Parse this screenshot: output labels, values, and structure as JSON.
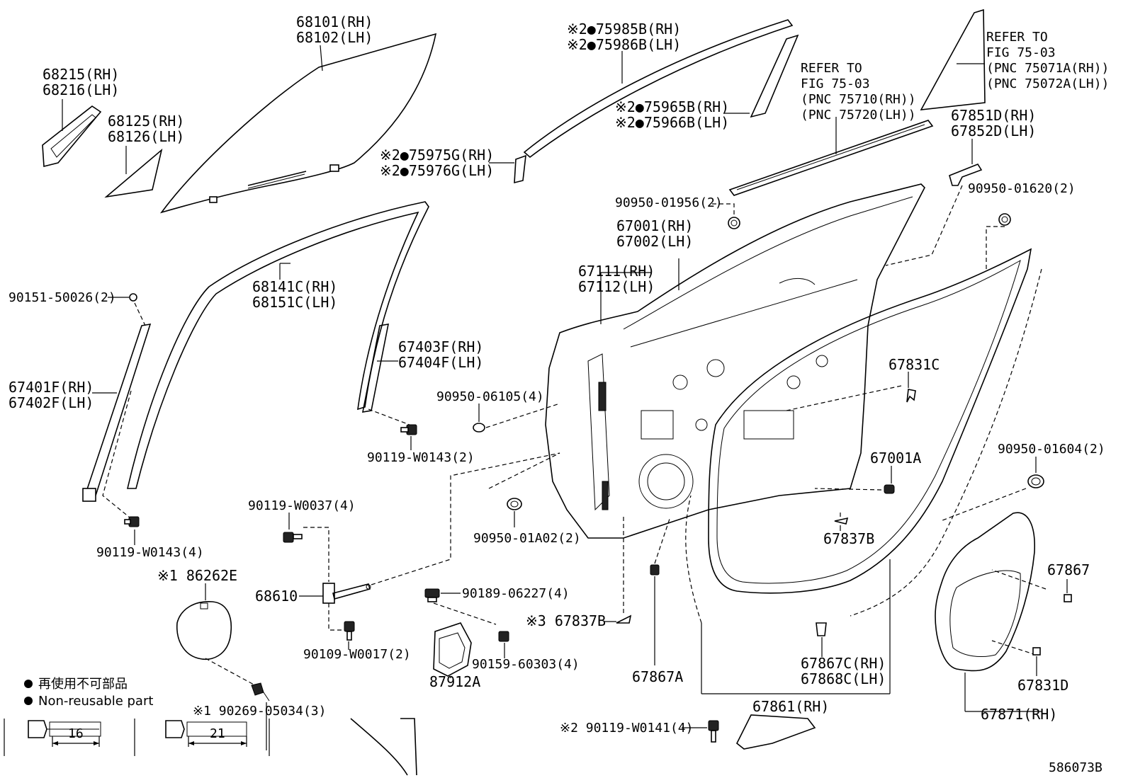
{
  "figure_id": "586073B",
  "legend": {
    "marker": "●",
    "japanese": "再使用不可部品",
    "english": "Non-reusable part"
  },
  "dimensions": [
    {
      "value": "16"
    },
    {
      "value": "21"
    }
  ],
  "labels": {
    "glass_rh": "68101(RH)",
    "glass_lh": "68102(LH)",
    "l68215": "68215(RH)",
    "l68216": "68216(LH)",
    "l68125": "68125(RH)",
    "l68126": "68126(LH)",
    "l75985": "※2●75985B(RH)",
    "l75986": "※2●75986B(LH)",
    "l75965": "※2●75965B(RH)",
    "l75966": "※2●75966B(LH)",
    "l75975": "※2●75975G(RH)",
    "l75976": "※2●75976G(LH)",
    "ref1_a": "REFER TO",
    "ref1_b": "FIG 75-03",
    "ref1_c": "(PNC 75710(RH))",
    "ref1_d": "(PNC 75720(LH))",
    "ref2_a": "REFER TO",
    "ref2_b": "FIG 75-03",
    "ref2_c": "(PNC 75071A(RH))",
    "ref2_d": "(PNC 75072A(LH))",
    "l67851": "67851D(RH)",
    "l67852": "67852D(LH)",
    "l90950_01956": "90950-01956(2)",
    "l90950_01620": "90950-01620(2)",
    "l67001": "67001(RH)",
    "l67002": "67002(LH)",
    "l67111": "67111(RH)",
    "l67112": "67112(LH)",
    "l90151": "90151-50026(2)",
    "l68141": "68141C(RH)",
    "l68151": "68151C(LH)",
    "l67403": "67403F(RH)",
    "l67404": "67404F(LH)",
    "l67401": "67401F(RH)",
    "l67402": "67402F(LH)",
    "l90950_06105": "90950-06105(4)",
    "l67831c": "67831C",
    "l90119_w0143a": "90119-W0143(2)",
    "l67001a": "67001A",
    "l90950_01604": "90950-01604(2)",
    "l90119_w0037": "90119-W0037(4)",
    "l90950_01a02": "90950-01A02(2)",
    "l67837b_a": "67837B",
    "l90119_w0143b": "90119-W0143(4)",
    "l86262e": "※1 86262E",
    "l68610": "68610",
    "l90189": "90189-06227(4)",
    "l67837b_b": "※3 67837B",
    "l67867": "67867",
    "l90109": "90109-W0017(2)",
    "l90159": "90159-60303(4)",
    "l87912a": "87912A",
    "l67867a": "67867A",
    "l67867c": "67867C(RH)",
    "l67868c": "67868C(LH)",
    "l67831d": "67831D",
    "l90269": "※1 90269-05034(3)",
    "l67861": "67861(RH)",
    "l90119_w0141": "※2 90119-W0141(4)",
    "l67871_cut": "67871(RH)"
  }
}
